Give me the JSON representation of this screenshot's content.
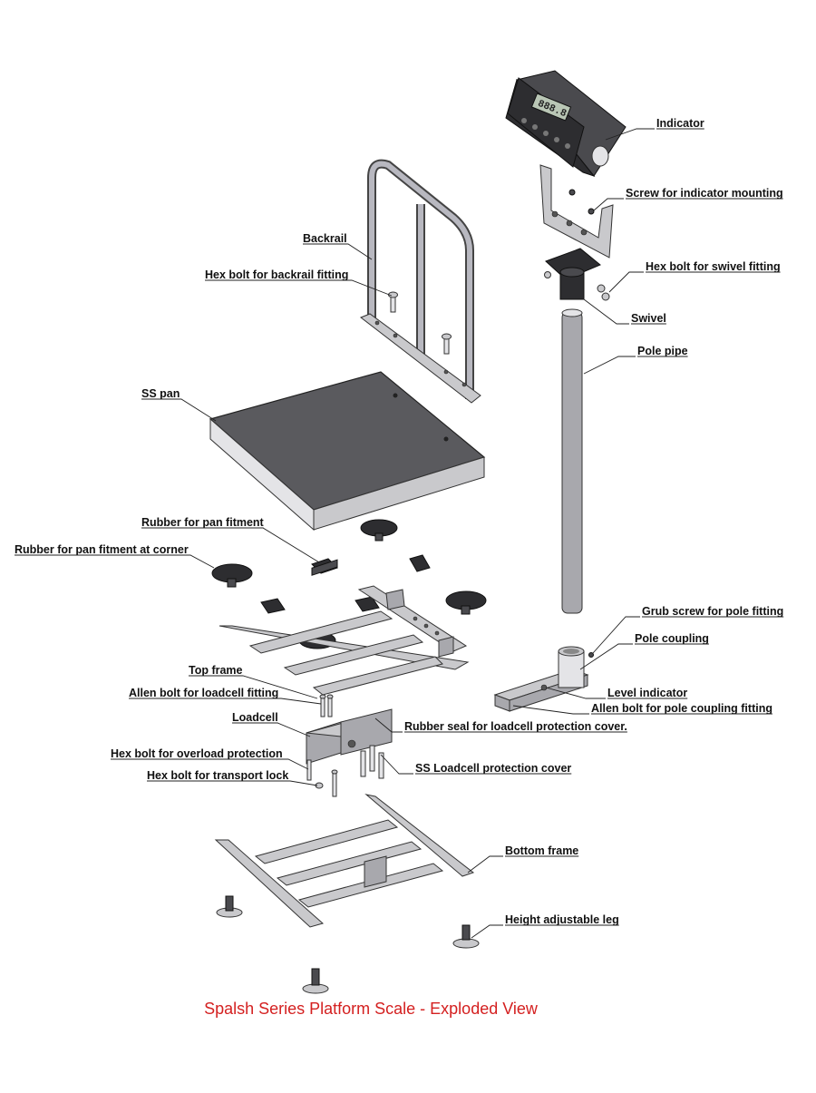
{
  "caption": "Spalsh Series Platform Scale - Exploded View",
  "labels": {
    "indicator": "Indicator",
    "screw_indicator": "Screw for indicator mounting",
    "backrail": "Backrail",
    "hex_swivel": "Hex bolt for swivel fitting",
    "hex_backrail": "Hex bolt for backrail fitting",
    "swivel": "Swivel",
    "pole_pipe": "Pole pipe",
    "ss_pan": "SS pan",
    "rubber_pan": "Rubber for pan fitment",
    "rubber_corner": "Rubber for pan fitment at corner",
    "grub_screw": "Grub screw for pole fitting",
    "pole_coupling": "Pole coupling",
    "top_frame": "Top frame",
    "level_indicator": "Level indicator",
    "allen_loadcell": "Allen bolt for loadcell fitting",
    "allen_pole": "Allen bolt for pole coupling fitting",
    "loadcell": "Loadcell",
    "rubber_seal": "Rubber seal for loadcell protection cover.",
    "hex_overload": "Hex bolt for overload protection",
    "ss_cover": "SS Loadcell protection cover",
    "hex_transport": "Hex bolt for transport lock",
    "bottom_frame": "Bottom frame",
    "height_leg": "Height adjustable leg"
  },
  "display_reading": "888.8"
}
